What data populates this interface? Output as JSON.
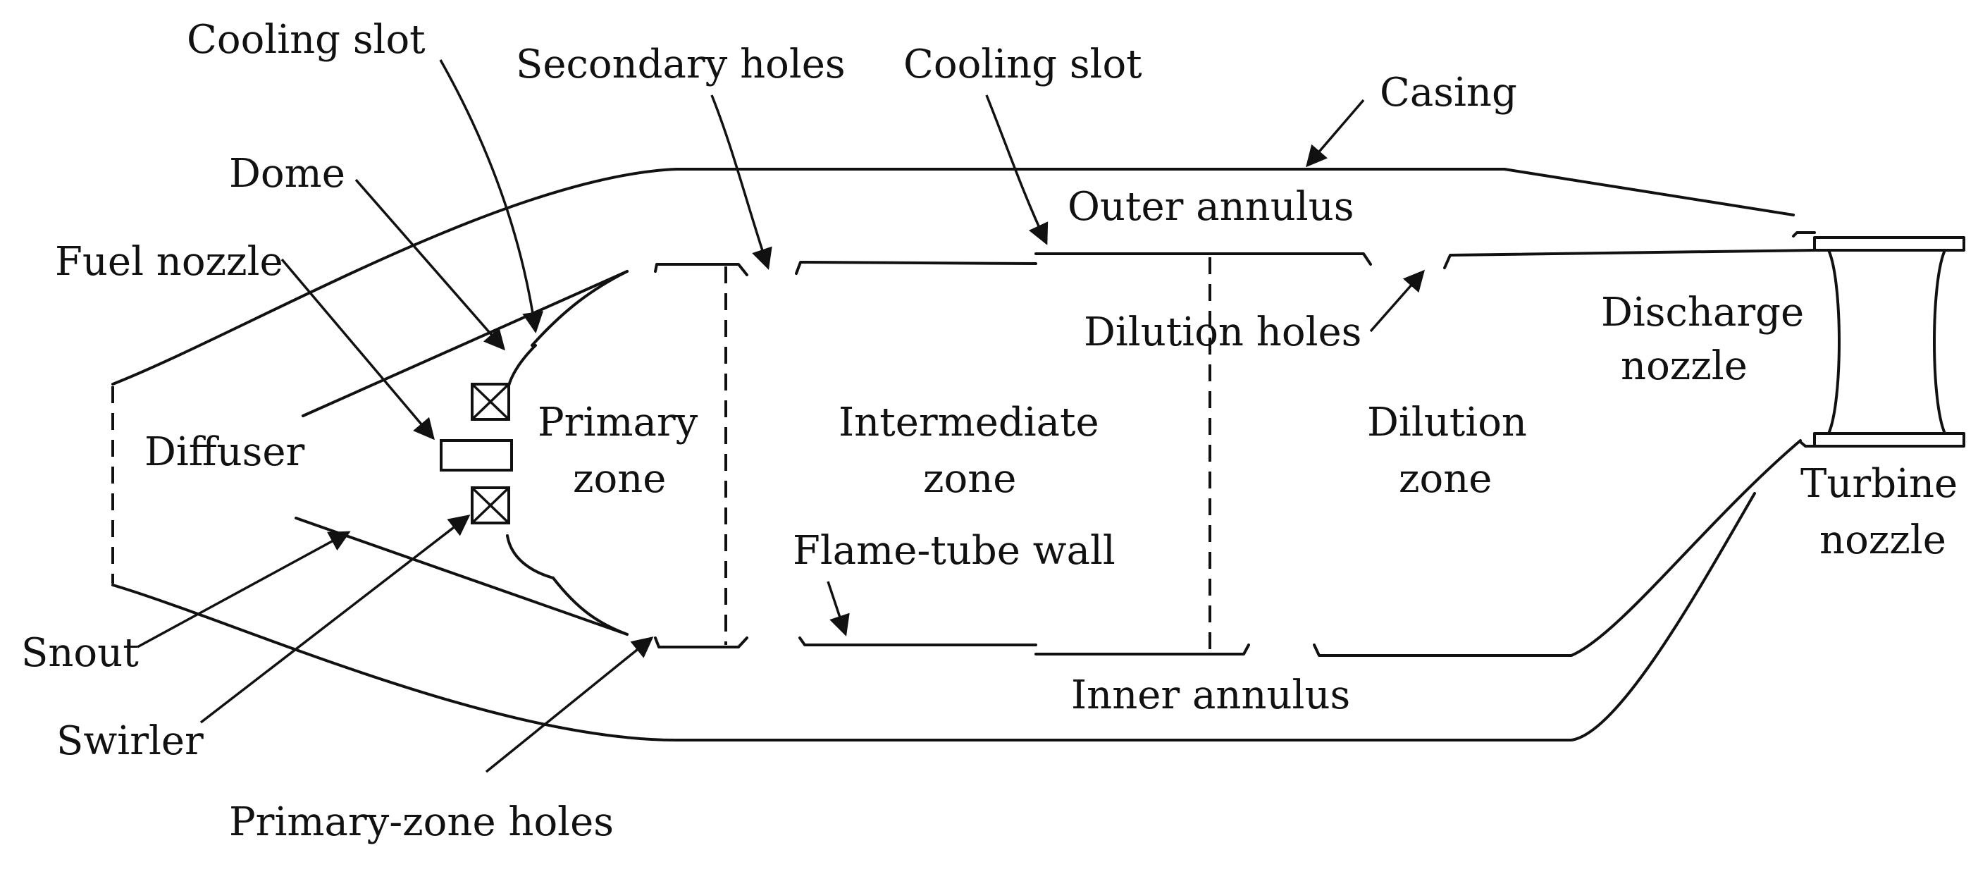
{
  "labels": {
    "cooling_slot_left": "Cooling slot",
    "secondary_holes": "Secondary holes",
    "cooling_slot_right": "Cooling slot",
    "casing": "Casing",
    "dome": "Dome",
    "outer_annulus": "Outer annulus",
    "fuel_nozzle": "Fuel nozzle",
    "dilution_holes": "Dilution holes",
    "discharge_nozzle_1": "Discharge",
    "discharge_nozzle_2": "nozzle",
    "primary_zone_1": "Primary",
    "primary_zone_2": "zone",
    "intermediate_zone_1": "Intermediate",
    "intermediate_zone_2": "zone",
    "dilution_zone_1": "Dilution",
    "dilution_zone_2": "zone",
    "diffuser": "Diffuser",
    "turbine_nozzle_1": "Turbine",
    "turbine_nozzle_2": "nozzle",
    "flame_tube_wall": "Flame-tube wall",
    "snout": "Snout",
    "inner_annulus": "Inner annulus",
    "swirler": "Swirler",
    "primary_zone_holes": "Primary-zone holes"
  }
}
